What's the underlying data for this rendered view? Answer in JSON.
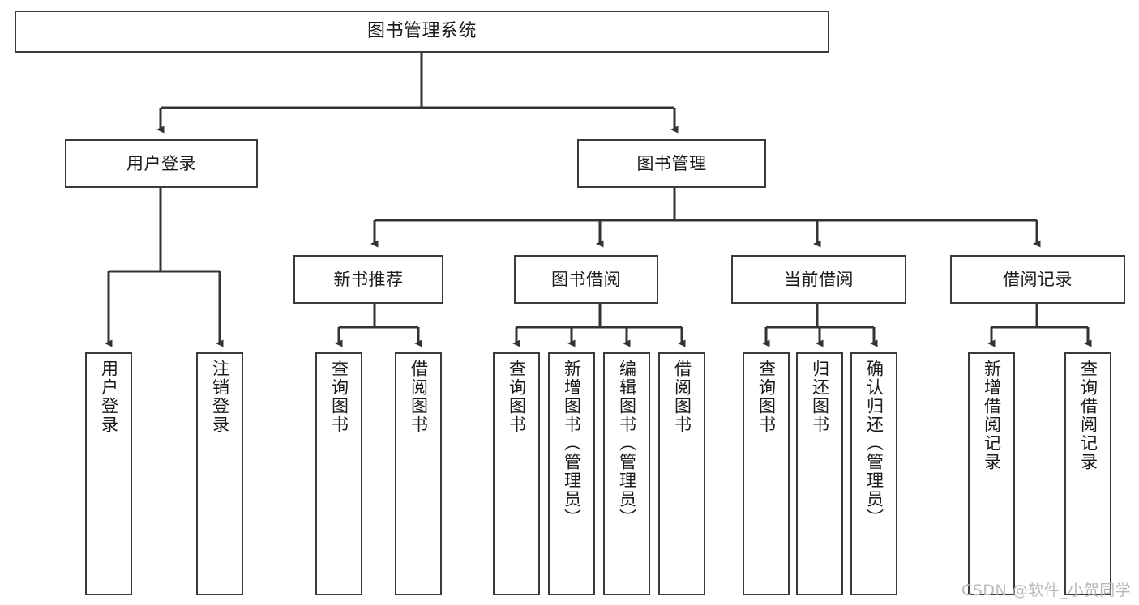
{
  "diagram": {
    "type": "tree",
    "title": "图书管理系统",
    "orientation": "top-down",
    "colors": {
      "box_border": "#3a3a3a",
      "box_fill": "#ffffff",
      "edge": "#333333",
      "text": "#1b1b1b",
      "watermark": "#b9b9b9",
      "background": "#ffffff"
    },
    "nodes": {
      "root": {
        "label": "图书管理系统"
      },
      "level2": [
        {
          "label": "用户登录"
        },
        {
          "label": "图书管理"
        }
      ],
      "level3": [
        {
          "label": "新书推荐"
        },
        {
          "label": "图书借阅"
        },
        {
          "label": "当前借阅"
        },
        {
          "label": "借阅记录"
        }
      ],
      "leaves": {
        "user_login": [
          {
            "label": "用户登录"
          },
          {
            "label": "注销登录"
          }
        ],
        "new_book_recommend": [
          {
            "label": "查询图书"
          },
          {
            "label": "借阅图书"
          }
        ],
        "book_borrow": [
          {
            "label": "查询图书"
          },
          {
            "label": "新增图书（管理员）"
          },
          {
            "label": "编辑图书（管理员）"
          },
          {
            "label": "借阅图书"
          }
        ],
        "current_borrow": [
          {
            "label": "查询图书"
          },
          {
            "label": "归还图书"
          },
          {
            "label": "确认归还（管理员）"
          }
        ],
        "borrow_record": [
          {
            "label": "新增借阅记录"
          },
          {
            "label": "查询借阅记录"
          }
        ]
      }
    }
  },
  "watermark": {
    "text": "CSDN @软件_小贺同学"
  }
}
